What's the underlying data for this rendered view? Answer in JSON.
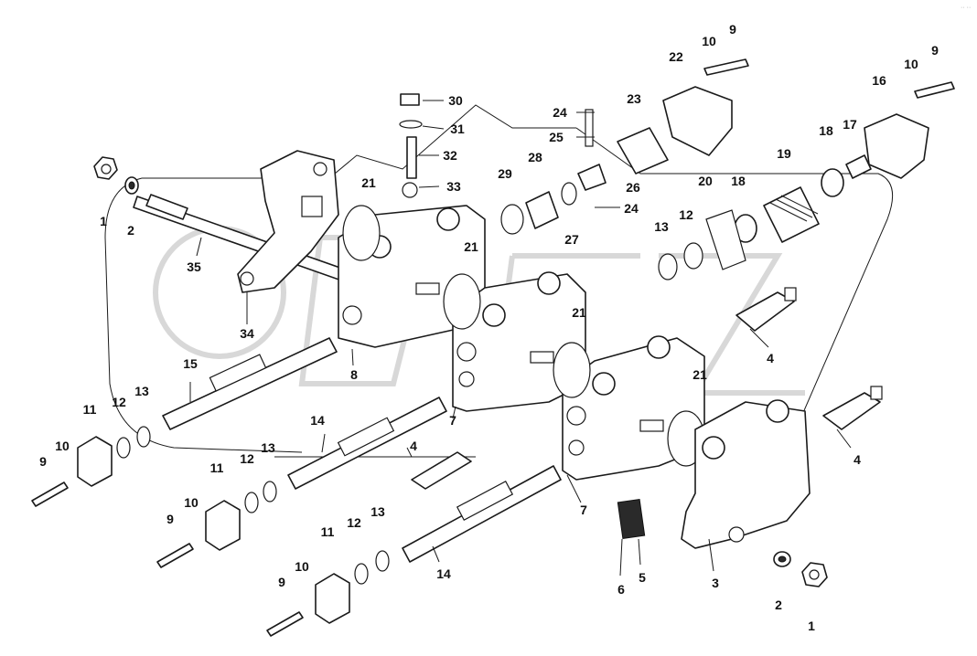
{
  "diagram": {
    "type": "exploded-parts-diagram",
    "callouts": [
      {
        "id": "c1a",
        "text": "1"
      },
      {
        "id": "c2a",
        "text": "2"
      },
      {
        "id": "c35",
        "text": "35"
      },
      {
        "id": "c34",
        "text": "34"
      },
      {
        "id": "c15",
        "text": "15"
      },
      {
        "id": "c11a",
        "text": "11"
      },
      {
        "id": "c12a",
        "text": "12"
      },
      {
        "id": "c13a",
        "text": "13"
      },
      {
        "id": "c10a",
        "text": "10"
      },
      {
        "id": "c9a",
        "text": "9"
      },
      {
        "id": "c21a",
        "text": "21"
      },
      {
        "id": "c30",
        "text": "30"
      },
      {
        "id": "c31",
        "text": "31"
      },
      {
        "id": "c32",
        "text": "32"
      },
      {
        "id": "c33",
        "text": "33"
      },
      {
        "id": "c29",
        "text": "29"
      },
      {
        "id": "c28",
        "text": "28"
      },
      {
        "id": "c24a",
        "text": "24"
      },
      {
        "id": "c25",
        "text": "25"
      },
      {
        "id": "c26",
        "text": "26"
      },
      {
        "id": "c24b",
        "text": "24"
      },
      {
        "id": "c27",
        "text": "27"
      },
      {
        "id": "c23",
        "text": "23"
      },
      {
        "id": "c22",
        "text": "22"
      },
      {
        "id": "c10b",
        "text": "10"
      },
      {
        "id": "c9b",
        "text": "9"
      },
      {
        "id": "c16",
        "text": "16"
      },
      {
        "id": "c10c",
        "text": "10"
      },
      {
        "id": "c9c",
        "text": "9"
      },
      {
        "id": "c18a",
        "text": "18"
      },
      {
        "id": "c17",
        "text": "17"
      },
      {
        "id": "c19",
        "text": "19"
      },
      {
        "id": "c20",
        "text": "20"
      },
      {
        "id": "c18b",
        "text": "18"
      },
      {
        "id": "c13b",
        "text": "13"
      },
      {
        "id": "c12b",
        "text": "12"
      },
      {
        "id": "c21b",
        "text": "21"
      },
      {
        "id": "c21c",
        "text": "21"
      },
      {
        "id": "c21d",
        "text": "21"
      },
      {
        "id": "c8",
        "text": "8"
      },
      {
        "id": "c7a",
        "text": "7"
      },
      {
        "id": "c4a",
        "text": "4"
      },
      {
        "id": "c4b",
        "text": "4"
      },
      {
        "id": "c4c",
        "text": "4"
      },
      {
        "id": "c14a",
        "text": "14"
      },
      {
        "id": "c12c",
        "text": "12"
      },
      {
        "id": "c13c",
        "text": "13"
      },
      {
        "id": "c11b",
        "text": "11"
      },
      {
        "id": "c10d",
        "text": "10"
      },
      {
        "id": "c9d",
        "text": "9"
      },
      {
        "id": "c7b",
        "text": "7"
      },
      {
        "id": "c11c",
        "text": "11"
      },
      {
        "id": "c12d",
        "text": "12"
      },
      {
        "id": "c13d",
        "text": "13"
      },
      {
        "id": "c10e",
        "text": "10"
      },
      {
        "id": "c9e",
        "text": "9"
      },
      {
        "id": "c14b",
        "text": "14"
      },
      {
        "id": "c6",
        "text": "6"
      },
      {
        "id": "c5",
        "text": "5"
      },
      {
        "id": "c3",
        "text": "3"
      },
      {
        "id": "c2b",
        "text": "2"
      },
      {
        "id": "c1b",
        "text": "1"
      }
    ]
  }
}
